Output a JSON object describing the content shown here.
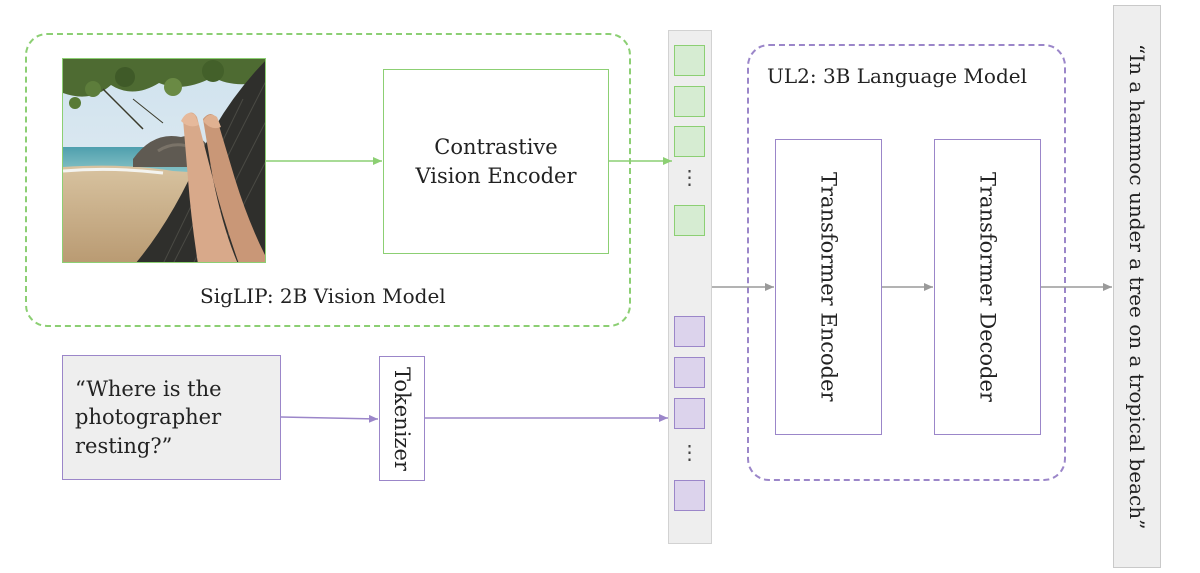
{
  "vision_group": {
    "label": "SigLIP: 2B Vision Model"
  },
  "vision_encoder": {
    "line1": "Contrastive",
    "line2": "Vision Encoder"
  },
  "language_group": {
    "label": "UL2: 3B Language Model"
  },
  "transformer_encoder": {
    "label": "Transformer Encoder"
  },
  "transformer_decoder": {
    "label": "Transformer Decoder"
  },
  "tokenizer": {
    "label": "Tokenizer"
  },
  "question": {
    "line1": "“Where is the",
    "line2": "photographer",
    "line3": "resting?”"
  },
  "tokens": {
    "ellipsis": "⋮"
  },
  "output": {
    "text": "“In a hammoc under a tree on a tropical beach”"
  },
  "colors": {
    "vision_accent": "#8ccf73",
    "language_accent": "#9b86c9",
    "panel_gray": "#eeeeee"
  }
}
